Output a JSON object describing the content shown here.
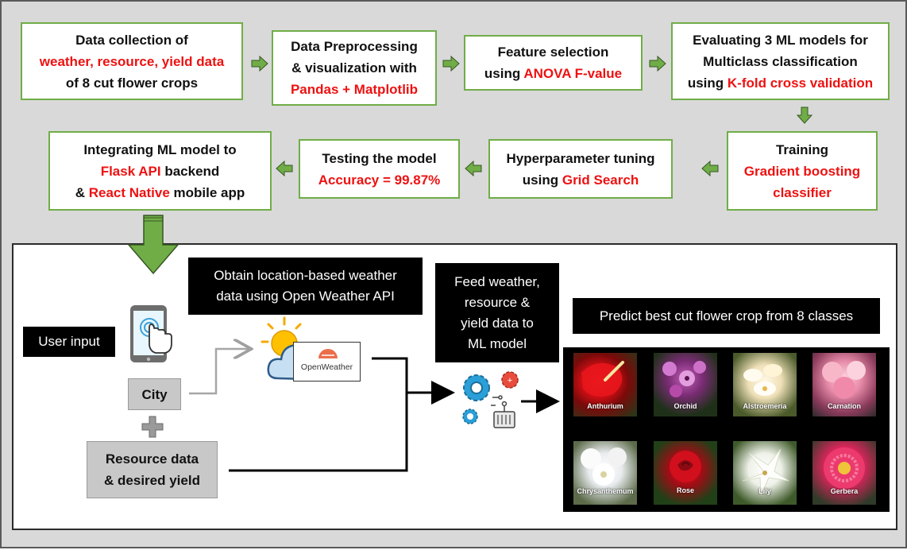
{
  "pipeline": {
    "step1": {
      "line1": "Data collection of",
      "line2": "weather, resource, yield data",
      "line3": "of 8 cut flower crops"
    },
    "step2": {
      "line1": "Data Preprocessing",
      "line2": "& visualization with",
      "line3": "Pandas + Matplotlib"
    },
    "step3": {
      "line1": "Feature selection",
      "line2a": "using ",
      "line2b": "ANOVA F-value"
    },
    "step4": {
      "line1": "Evaluating 3 ML models for",
      "line2": "Multiclass classification",
      "line3a": "using ",
      "line3b": "K-fold cross validation"
    },
    "step5": {
      "line1": "Training",
      "line2": "Gradient boosting",
      "line3": "classifier"
    },
    "step6": {
      "line1": "Hyperparameter tuning",
      "line2a": "using ",
      "line2b": "Grid Search"
    },
    "step7": {
      "line1": "Testing the model",
      "line2": "Accuracy = 99.87%"
    },
    "step8": {
      "line1": "Integrating ML model to",
      "line2a": "Flask API",
      "line2b": " backend",
      "line3a": "& ",
      "line3b": "React Native",
      "line3c": " mobile app"
    }
  },
  "app_flow": {
    "user_input": "User input",
    "city": "City",
    "resource": {
      "line1": "Resource data",
      "line2": "& desired yield"
    },
    "weather_api": {
      "line1": "Obtain location-based weather",
      "line2": "data using Open Weather API"
    },
    "openweather_logo": "OpenWeather",
    "feed": {
      "line1": "Feed weather,",
      "line2": "resource &",
      "line3": "yield data to",
      "line4": "ML model"
    },
    "predict": "Predict best cut flower crop from 8 classes"
  },
  "flowers": [
    "Anthurium",
    "Orchid",
    "Alstroemeria",
    "Carnation",
    "Chrysanthemum",
    "Rose",
    "Lily",
    "Gerbera"
  ],
  "colors": {
    "accent_green": "#70ad47",
    "highlight_red": "#ee1111",
    "background_gray": "#d9d9d9",
    "openweather_orange": "#eb6e4b"
  },
  "icons": [
    "touch-tablet-icon",
    "plus-icon",
    "weather-cloud-icon",
    "ml-gears-icon"
  ]
}
